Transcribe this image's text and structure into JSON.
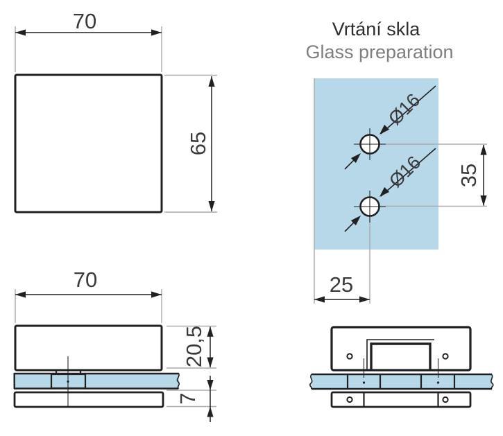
{
  "title": {
    "line1": "Vrtání skla",
    "line2": "Glass preparation"
  },
  "front_view": {
    "width": "70",
    "height": "65"
  },
  "glass_view": {
    "hole_top_diameter": "Ø16",
    "hole_bottom_diameter": "Ø16",
    "hole_spacing": "35",
    "edge_distance": "25"
  },
  "side_view": {
    "width": "70",
    "body_height": "20,5",
    "plate_thickness": "7"
  },
  "colors": {
    "line": "#212121",
    "ext": "#a9a9a9",
    "dim-text": "#3a3a3a",
    "glass": "#b6d8e8",
    "title-primary": "#2e2e2e",
    "title-secondary": "#7e7e7e",
    "background": "#ffffff"
  }
}
